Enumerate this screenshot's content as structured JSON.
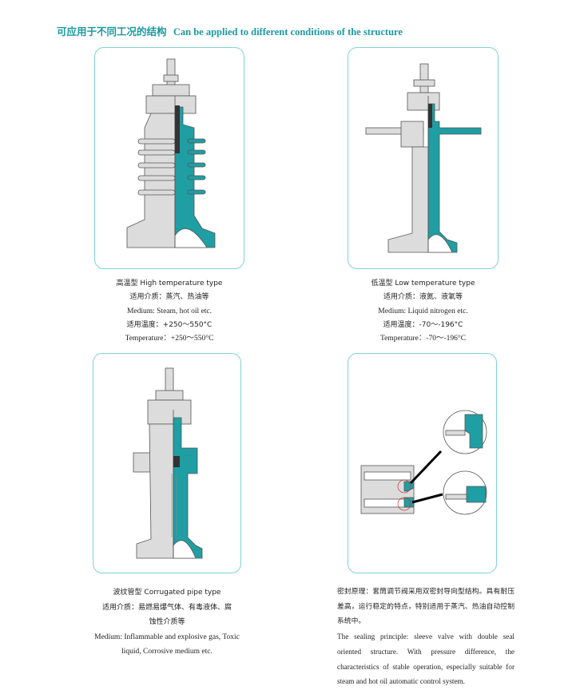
{
  "header": {
    "title_zh": "可应用于不同工况的结构",
    "title_en": "Can be applied to different conditions of the structure"
  },
  "panels": [
    {
      "type_line": "高温型 High temperature type",
      "medium_zh": "适用介质：蒸汽、热油等",
      "medium_en": "Medium: Steam, hot oil etc.",
      "temp_zh": "适用温度：+250～550°C",
      "temp_en": "Temperature：+250～550°C"
    },
    {
      "type_line": "低温型 Low temperature type",
      "medium_zh": "适用介质：液氮、液氧等",
      "medium_en": "Medium: Liquid nitrogen etc.",
      "temp_zh": "适用温度：-70～-196°C",
      "temp_en": "Temperature：-70～-196°C"
    },
    {
      "type_line": "波纹管型 Corrugated pipe type",
      "medium_zh_1": "适用介质：易燃易爆气体、有毒液体、腐",
      "medium_zh_2": "蚀性介质等",
      "medium_en_1": "Medium: Inflammable and explosive gas, Toxic",
      "medium_en_2": "liquid, Corrosive medium etc."
    }
  ],
  "sealing": {
    "zh": "密封原理：套筒调节阀采用双密封导向型结构。具有耐压差高，运行稳定的特点，特别适用于蒸汽、热油自动控制系统中。",
    "en": "The sealing principle: sleeve valve with double seal oriented structure. With pressure difference, the characteristics of stable operation, especially suitable for steam and hot oil automatic control system."
  },
  "colors": {
    "accent": "#1a9aa0",
    "teal_part": "#1f9ea3",
    "grey_part": "#dcdcdc",
    "outline": "#555555",
    "panel_border": "#7fd1d6"
  }
}
